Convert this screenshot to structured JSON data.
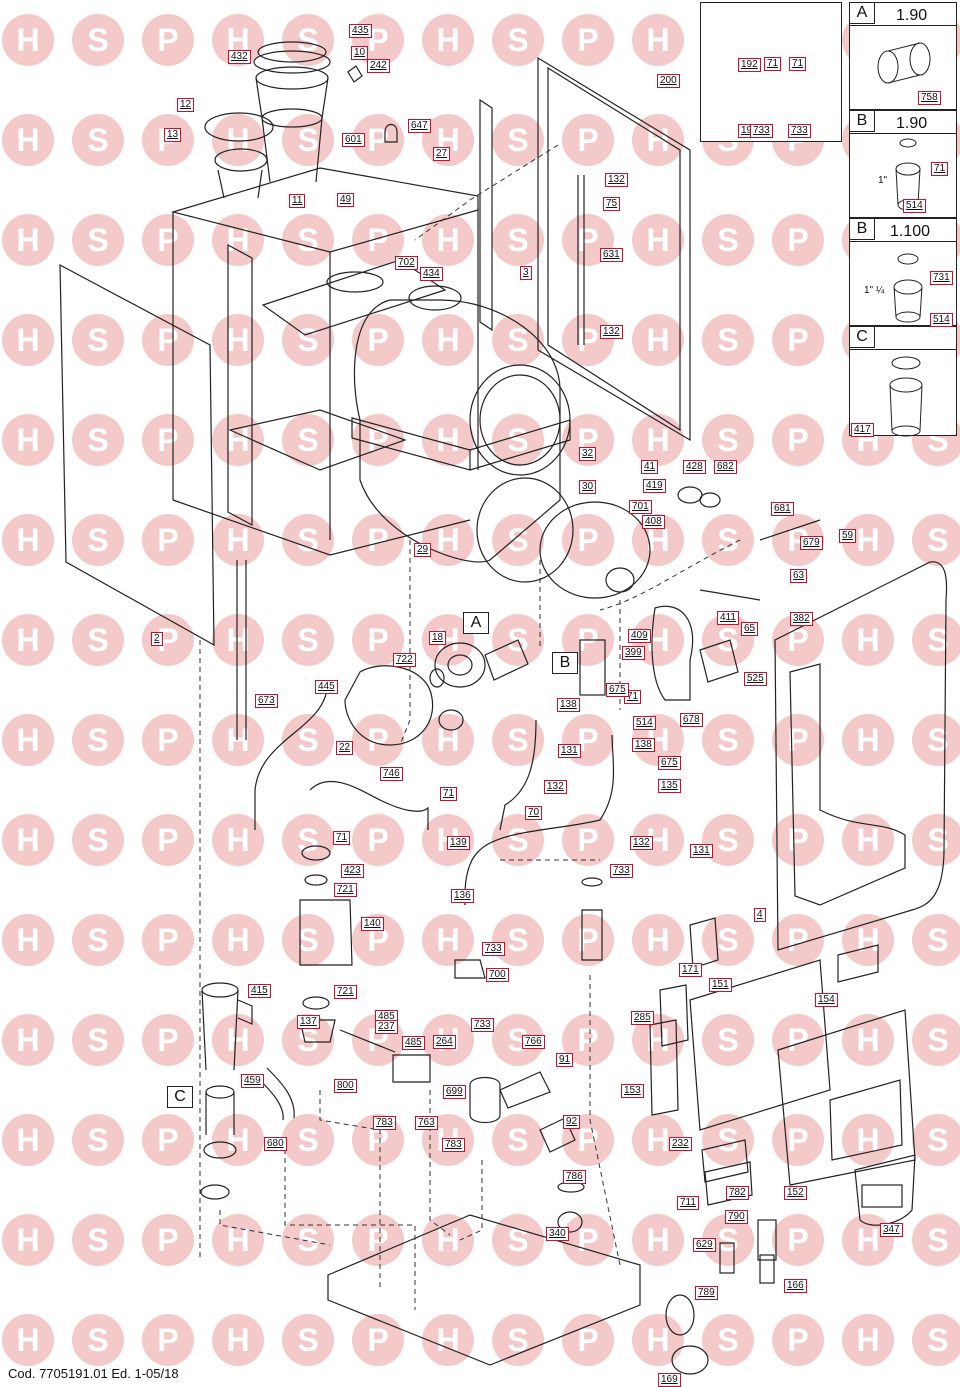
{
  "footer": "Cod. 7705191.01  Ed. 1-05/18",
  "colors": {
    "label_border": "#c8102e",
    "watermark": "#f3c9c9",
    "line": "#222222"
  },
  "watermark_letters": [
    "H",
    "S",
    "P"
  ],
  "sections": [
    {
      "letter": "A",
      "value": "1.90"
    },
    {
      "letter": "B",
      "value": "1.90"
    },
    {
      "letter": "B",
      "value": "1.100"
    },
    {
      "letter": "C",
      "value": ""
    }
  ],
  "section_notes": {
    "b1_size": "1\"",
    "b2_size": "1\" ¼"
  },
  "callouts": {
    "A": "A",
    "B": "B",
    "C": "C"
  },
  "parts": [
    "432",
    "435",
    "10",
    "242",
    "12",
    "647",
    "13",
    "601",
    "27",
    "11",
    "49",
    "200",
    "192",
    "71",
    "71",
    "192",
    "733",
    "733",
    "758",
    "71",
    "514",
    "731",
    "514",
    "417",
    "132",
    "75",
    "3",
    "631",
    "702",
    "434",
    "132",
    "32",
    "41",
    "428",
    "682",
    "30",
    "419",
    "701",
    "408",
    "681",
    "679",
    "59",
    "29",
    "63",
    "2",
    "382",
    "411",
    "65",
    "409",
    "18",
    "722",
    "399",
    "71",
    "525",
    "514",
    "678",
    "445",
    "673",
    "138",
    "675",
    "138",
    "22",
    "746",
    "131",
    "132",
    "675",
    "135",
    "71",
    "71",
    "139",
    "70",
    "132",
    "131",
    "423",
    "721",
    "733",
    "136",
    "4",
    "140",
    "733",
    "171",
    "700",
    "721",
    "415",
    "151",
    "154",
    "137",
    "485",
    "237",
    "733",
    "285",
    "485",
    "264",
    "766",
    "91",
    "459",
    "800",
    "699",
    "153",
    "783",
    "763",
    "92",
    "783",
    "680",
    "786",
    "232",
    "782",
    "711",
    "152",
    "347",
    "340",
    "790",
    "629",
    "789",
    "166",
    "169"
  ]
}
